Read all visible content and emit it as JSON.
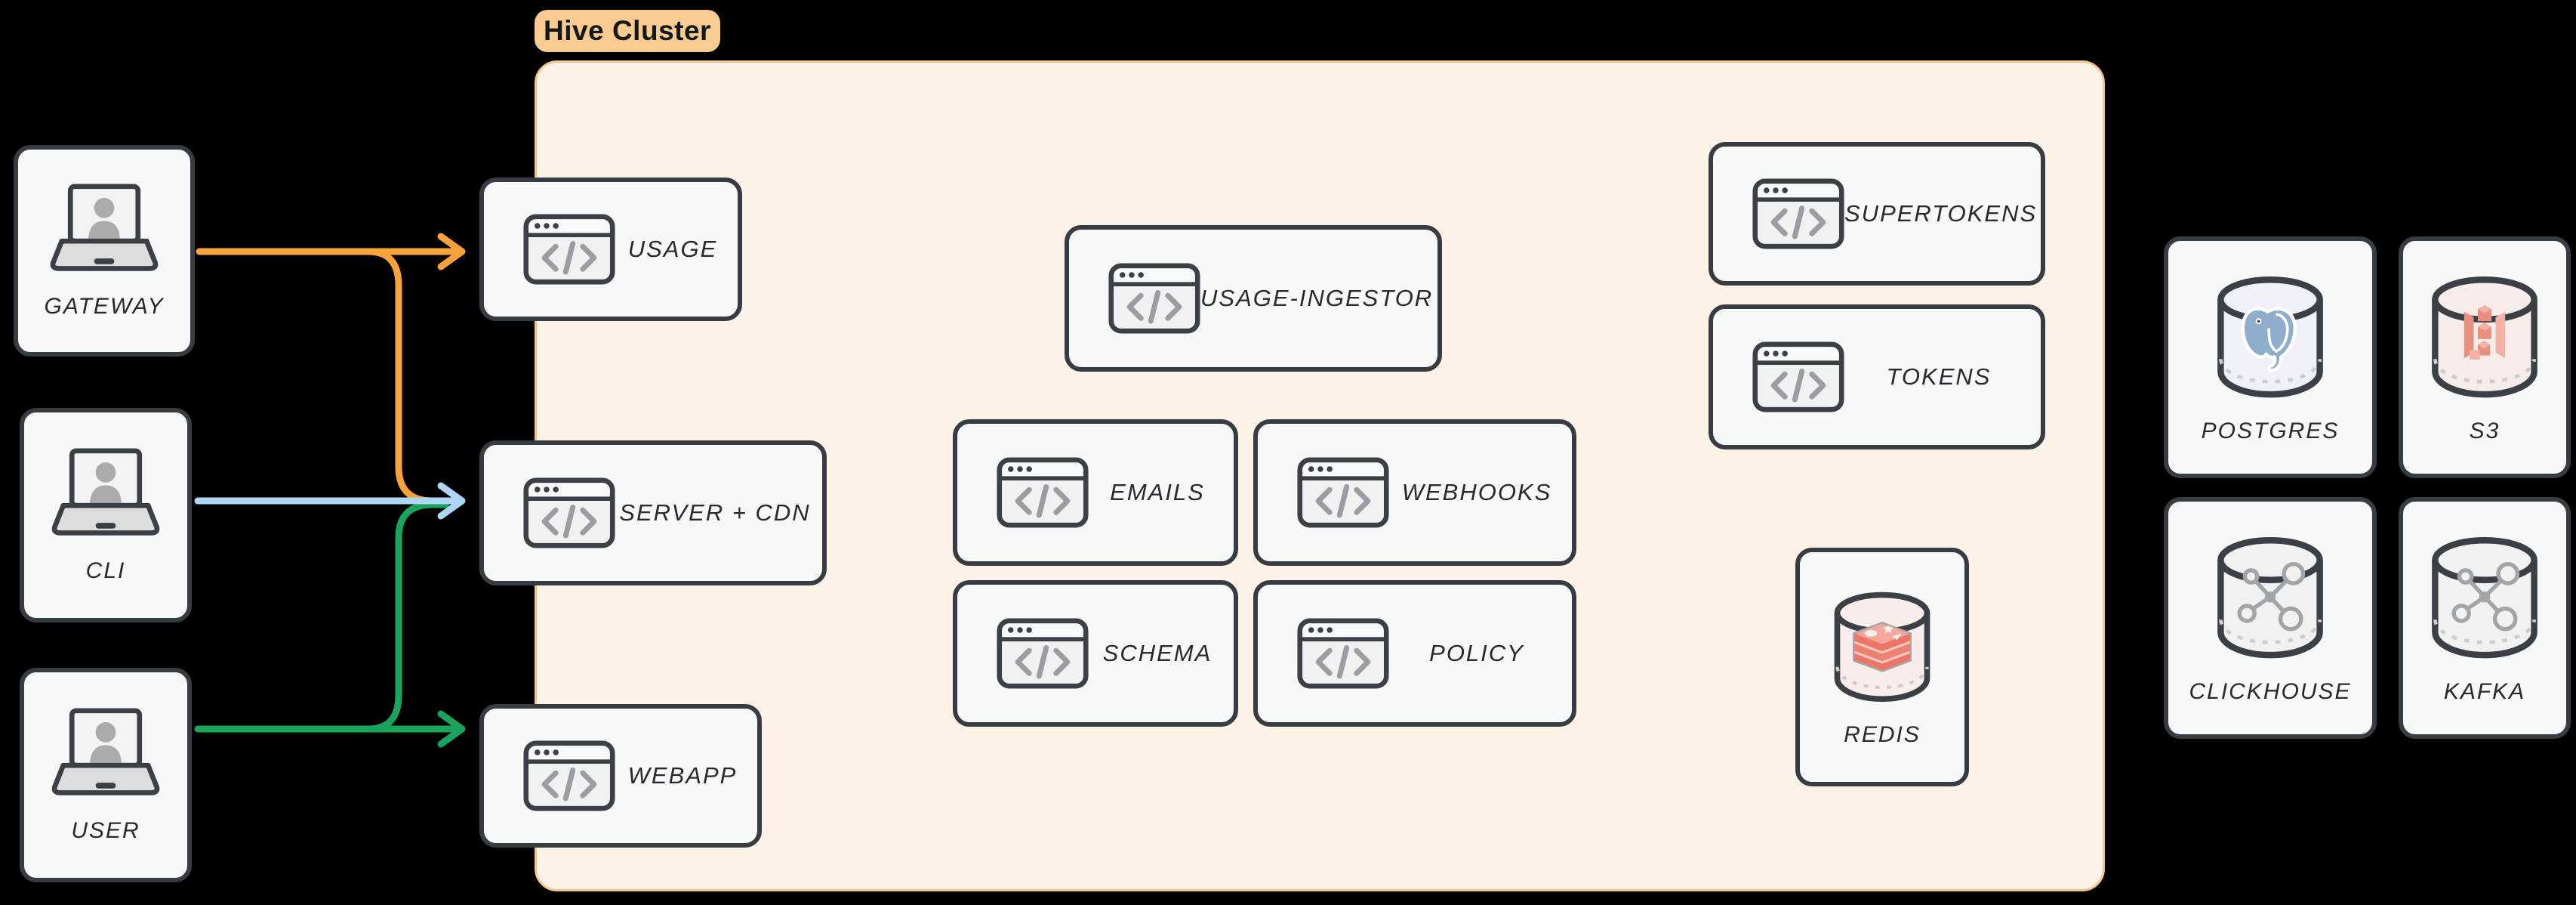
{
  "cluster": {
    "label": "Hive Cluster"
  },
  "nodes": {
    "gateway": "GATEWAY",
    "cli": "CLI",
    "user": "USER",
    "usage": "USAGE",
    "server_cdn": "SERVER + CDN",
    "webapp": "WEBAPP",
    "usage_ingestor": "USAGE-INGESTOR",
    "emails": "EMAILS",
    "webhooks": "WEBHOOKS",
    "schema": "SCHEMA",
    "policy": "POLICY",
    "supertokens": "SUPERTOKENS",
    "tokens": "TOKENS",
    "redis": "REDIS",
    "postgres": "POSTGRES",
    "s3": "S3",
    "clickhouse": "CLICKHOUSE",
    "kafka": "KAFKA"
  },
  "edges": [
    {
      "from": "gateway",
      "to": "usage",
      "color": "#F9A23B"
    },
    {
      "from": "gateway",
      "to": "server_cdn",
      "color": "#F9A23B"
    },
    {
      "from": "cli",
      "to": "server_cdn",
      "color": "#AED5F2"
    },
    {
      "from": "user",
      "to": "server_cdn",
      "color": "#19A45B"
    },
    {
      "from": "user",
      "to": "webapp",
      "color": "#19A45B"
    }
  ],
  "icons": {
    "clients": "laptop-user-icon",
    "services": "code-window-icon",
    "databases": "database-cylinder-icon"
  },
  "colors": {
    "background": "#000000",
    "node_fill": "#F7F8F8",
    "node_border": "#363C41",
    "label_text": "#262B30",
    "cluster_fill": "#FDF2E8",
    "cluster_border": "#F3C48E",
    "pill_fill": "#F8CB90",
    "pill_text": "#15181B",
    "arrow_orange": "#F9A23B",
    "arrow_blue": "#AED5F2",
    "arrow_green": "#19A45B",
    "icon_dark": "#3A4045",
    "icon_gray": "#9A9EA2",
    "postgres_fill": "#EEF1F7",
    "s3_fill": "#F8ECEB",
    "warehouse_fill": "#F1F1F1",
    "redis_fill": "#F9EDEB",
    "molecule_gray": "#A2A5A8"
  }
}
